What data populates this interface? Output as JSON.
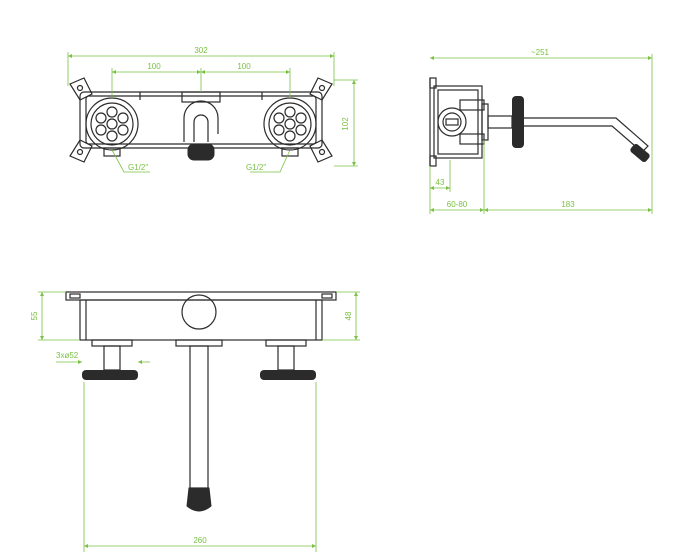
{
  "dimensions": {
    "overall_width": "302",
    "left_spacing": "100",
    "right_spacing": "100",
    "box_height": "102",
    "thread_left": "G1/2\"",
    "thread_right": "G1/2\"",
    "side_length": "~251",
    "side_depth": "43",
    "wall_range": "60-80",
    "spout_reach": "183",
    "front_height_left": "55",
    "front_height_right": "48",
    "knob_diameter": "3xø52",
    "bottom_width": "260"
  },
  "colors": {
    "line": "#2b2b2b",
    "dimension": "#7ac143"
  }
}
